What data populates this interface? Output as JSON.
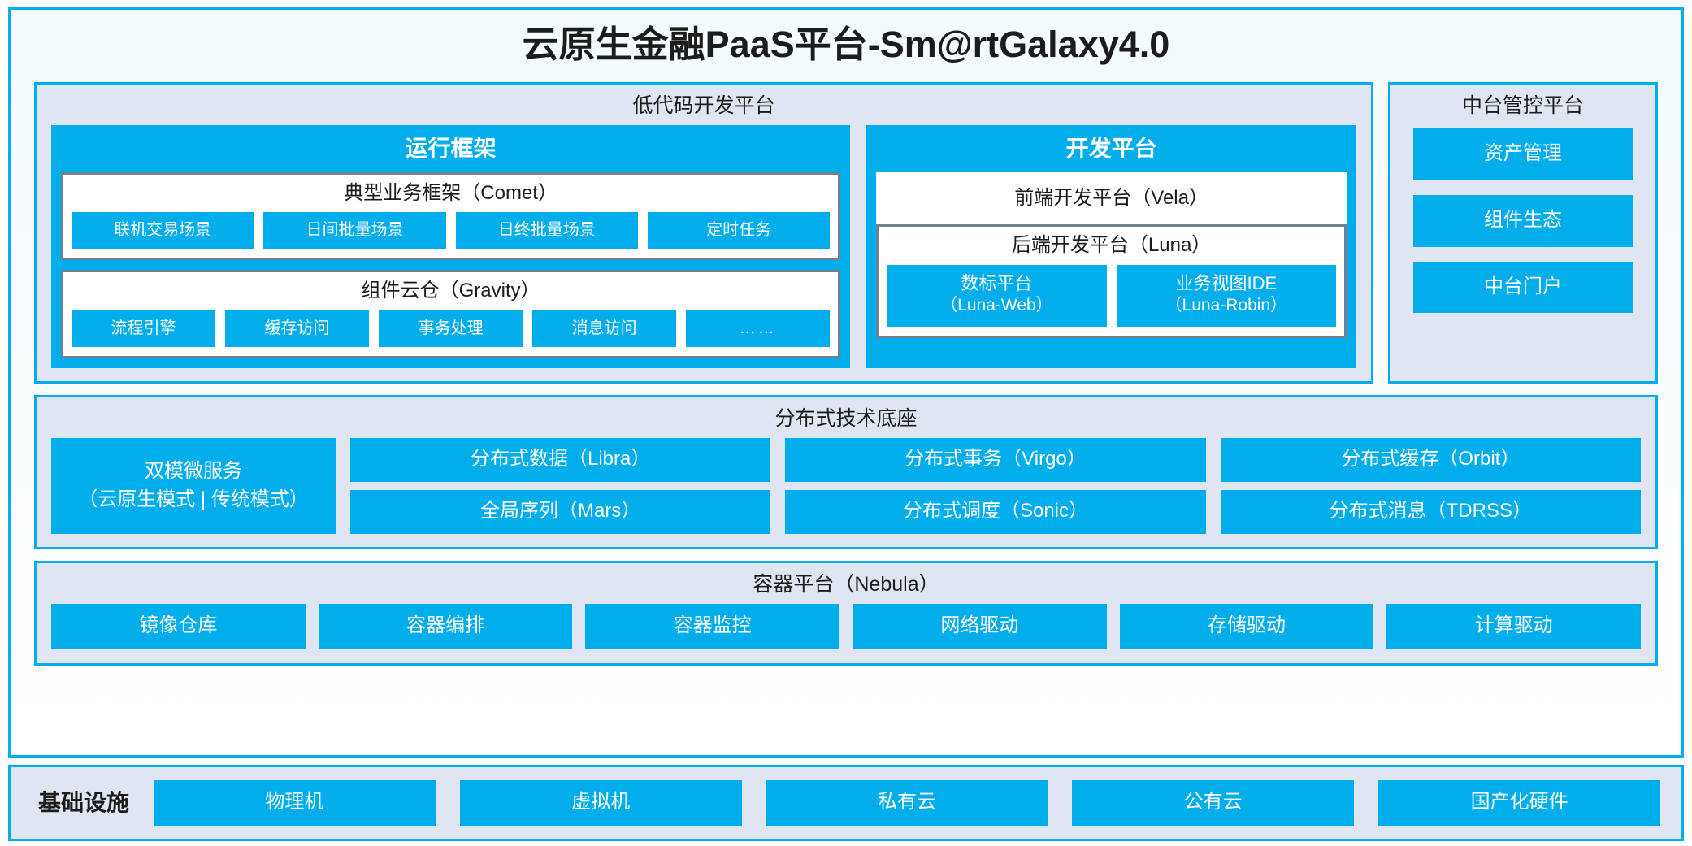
{
  "diagram": {
    "title": "云原生金融PaaS平台-Sm@rtGalaxy4.0",
    "accent_blue": "#02ADEC",
    "border_blue": "#00AEEF",
    "panel_fill": "#dfe6f1",
    "group_border_gray": "#73808d"
  },
  "lowcode": {
    "title": "低代码开发平台",
    "runtime": {
      "title": "运行框架",
      "groups": [
        {
          "title": "典型业务框架（Comet）",
          "items": [
            "联机交易场景",
            "日间批量场景",
            "日终批量场景",
            "定时任务"
          ]
        },
        {
          "title": "组件云仓（Gravity）",
          "items": [
            "流程引擎",
            "缓存访问",
            "事务处理",
            "消息访问",
            "……"
          ]
        }
      ]
    },
    "devplatform": {
      "title": "开发平台",
      "frontend": "前端开发平台（Vela）",
      "backend": {
        "title": "后端开发平台（Luna）",
        "items": [
          {
            "line1": "数标平台",
            "line2": "（Luna-Web）"
          },
          {
            "line1": "业务视图IDE",
            "line2": "（Luna-Robin）"
          }
        ]
      }
    }
  },
  "console": {
    "title": "中台管控平台",
    "items": [
      "资产管理",
      "组件生态",
      "中台门户"
    ]
  },
  "techbase": {
    "title": "分布式技术底座",
    "highlight": {
      "line1": "双模微服务",
      "line2": "（云原生模式 | 传统模式）"
    },
    "columns": [
      [
        "分布式数据（Libra）",
        "全局序列（Mars）"
      ],
      [
        "分布式事务（Virgo）",
        "分布式调度（Sonic）"
      ],
      [
        "分布式缓存（Orbit）",
        "分布式消息（TDRSS）"
      ]
    ]
  },
  "containerplatform": {
    "title": "容器平台（Nebula）",
    "items": [
      "镜像仓库",
      "容器编排",
      "容器监控",
      "网络驱动",
      "存储驱动",
      "计算驱动"
    ]
  },
  "infrastructure": {
    "label": "基础设施",
    "items": [
      "物理机",
      "虚拟机",
      "私有云",
      "公有云",
      "国产化硬件"
    ]
  }
}
